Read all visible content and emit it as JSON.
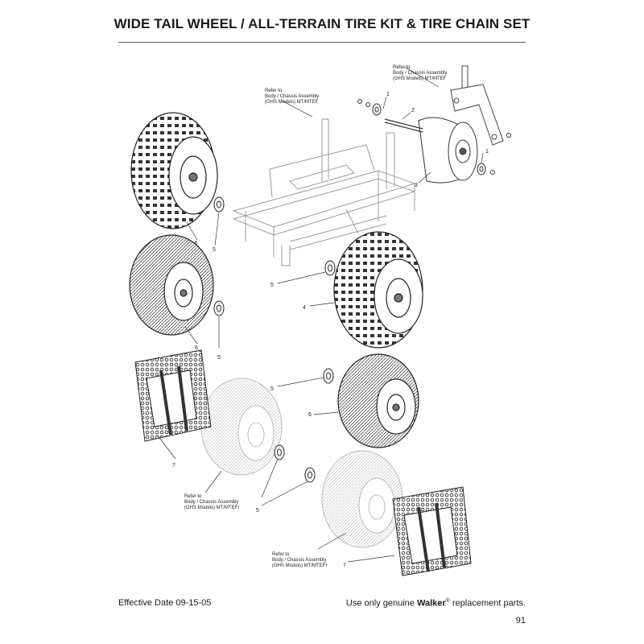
{
  "header": {
    "title": "WIDE TAIL WHEEL / ALL-TERRAIN TIRE KIT & TIRE CHAIN SET"
  },
  "diagram": {
    "refer_notes": [
      {
        "line1": "Refer to",
        "line2": "Body / Chassis Assembly",
        "line3": "(GHS Models) MT/MTEF"
      },
      {
        "line1": "Refer to",
        "line2": "Body / Chassis Assembly",
        "line3": "(GHS Models) MT/MTEF"
      },
      {
        "line1": "Refer to",
        "line2": "Body / Chassis Assembly",
        "line3": "(GHS Models) MT/MTEFI"
      },
      {
        "line1": "Refer to",
        "line2": "Body / Chassis Assembly",
        "line3": "(GHS Models) MT/MTEFI"
      }
    ],
    "callouts": [
      "1",
      "2",
      "3",
      "1",
      "4",
      "5",
      "5",
      "4",
      "6",
      "5",
      "5",
      "6",
      "7",
      "5",
      "7"
    ]
  },
  "footer": {
    "effective_date": "Effective Date 09-15-05",
    "tagline_prefix": "Use only genuine",
    "brand": "Walker",
    "trademark": "®",
    "tagline_suffix": "replacement parts.",
    "page_number": "91"
  }
}
